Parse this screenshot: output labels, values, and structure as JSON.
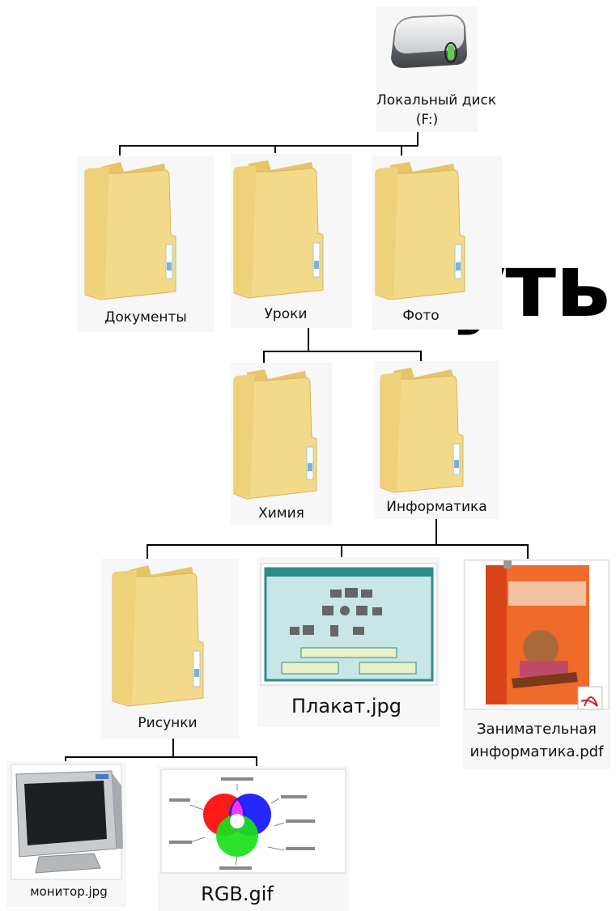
{
  "root": {
    "label_line1": "Локальный диск",
    "label_line2": "(F:)",
    "icon": "hard-drive-icon"
  },
  "level1": [
    {
      "label": "Документы",
      "icon": "folder-icon"
    },
    {
      "label": "Уроки",
      "icon": "folder-icon"
    },
    {
      "label": "Фото",
      "icon": "folder-icon"
    }
  ],
  "level2": [
    {
      "label": "Химия",
      "icon": "folder-icon"
    },
    {
      "label": "Информатика",
      "icon": "folder-icon"
    }
  ],
  "level3": [
    {
      "label": "Рисунки",
      "icon": "folder-icon"
    },
    {
      "label": "Плакат.jpg",
      "icon": "image-thumbnail"
    },
    {
      "label_line1": "Занимательная",
      "label_line2": "информатика.pdf",
      "icon": "pdf-book-thumbnail"
    }
  ],
  "level4": [
    {
      "label": "монитор.jpg",
      "icon": "monitor-thumbnail"
    },
    {
      "label": "RGB.gif",
      "icon": "rgb-diagram-thumbnail"
    }
  ],
  "overlay_text": "уть",
  "colors": {
    "folder": "#f3d98a",
    "folder_dark": "#e3bf5e",
    "line": "#000000",
    "node_bg": "#f7f7f7"
  }
}
